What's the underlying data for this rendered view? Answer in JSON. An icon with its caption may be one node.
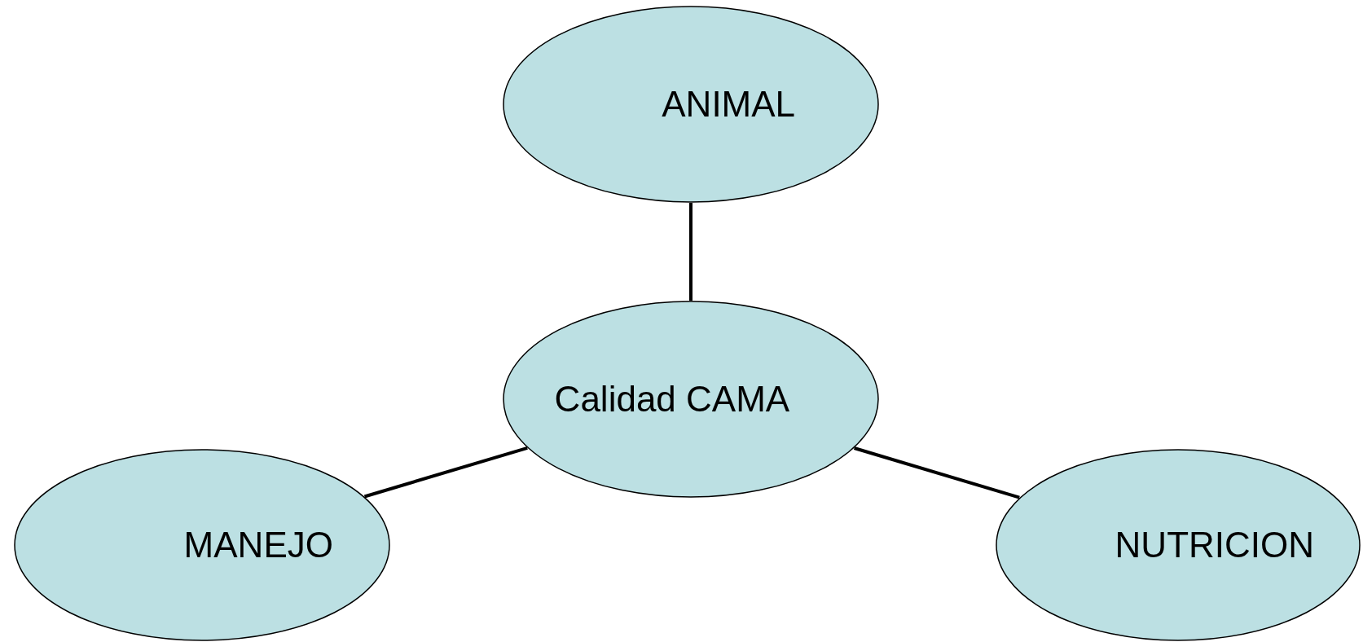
{
  "diagram": {
    "nodes": [
      {
        "text": [
          "ANIMAL"
        ]
      },
      {
        "text": [
          "Calidad CAMA"
        ]
      },
      {
        "text": [
          "MANEJO"
        ]
      },
      {
        "text": [
          "NUTRICION"
        ]
      }
    ],
    "edges": [
      {
        "from": 1,
        "to": 0,
        "arrow": "none"
      },
      {
        "from": 1,
        "to": 2,
        "arrow": "none"
      },
      {
        "from": 1,
        "to": 3,
        "arrow": "none"
      }
    ]
  }
}
